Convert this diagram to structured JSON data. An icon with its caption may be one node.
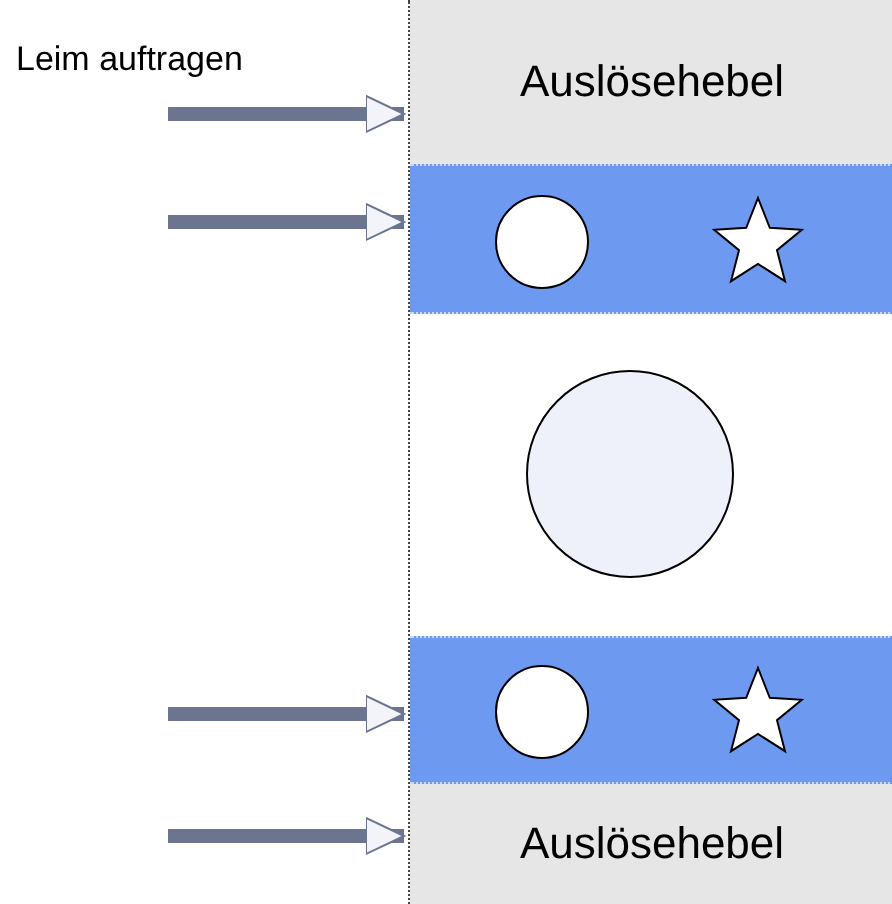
{
  "diagram": {
    "nodes": [
      {
        "text": [
          "Auslösehebel"
        ]
      },
      {
        "text": [],
        "shape": "bar"
      },
      {
        "text": [],
        "shape": "circle"
      },
      {
        "text": [],
        "shape": "bar"
      },
      {
        "text": [
          "Auslösehebel"
        ]
      }
    ],
    "edges": [
      {
        "from": null,
        "to": 0,
        "arrow": "to"
      },
      {
        "from": null,
        "to": 1,
        "arrow": "to"
      },
      {
        "from": null,
        "to": 3,
        "arrow": "to"
      },
      {
        "from": null,
        "to": 4,
        "arrow": "to"
      }
    ],
    "labels": [
      "Leim auftragen"
    ]
  }
}
